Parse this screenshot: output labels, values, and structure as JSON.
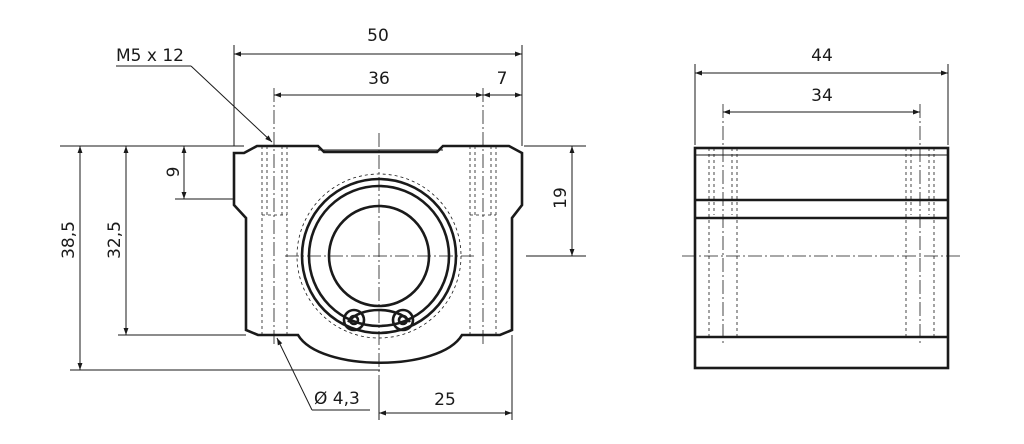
{
  "dimensions": {
    "total_width": "50",
    "hole_spacing": "36",
    "hole_edge_offset": "7",
    "thread_spec": "M5 x 12",
    "counterbore_depth": "9",
    "total_height": "38,5",
    "mount_height": "32,5",
    "center_height": "19",
    "hole_diameter": "Ø 4,3",
    "half_width": "25",
    "side_length": "44",
    "side_hole_spacing": "34"
  },
  "colors": {
    "line": "#1a1a1a",
    "background": "#ffffff"
  }
}
